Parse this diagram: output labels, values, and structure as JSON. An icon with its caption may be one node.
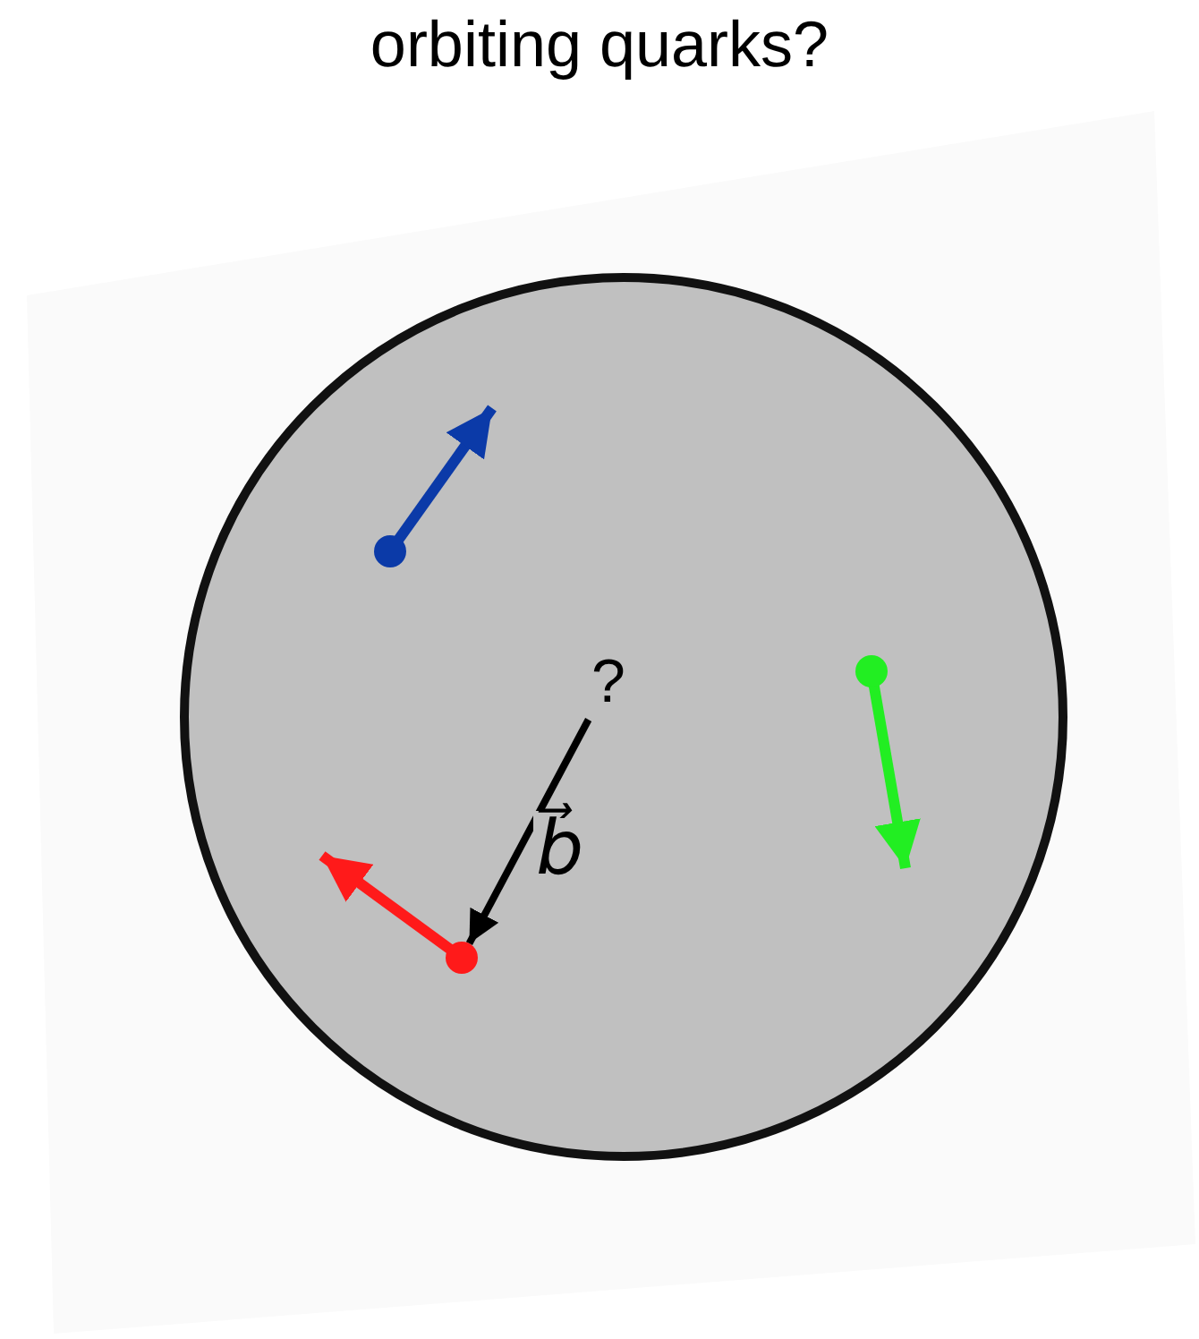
{
  "diagram": {
    "title": "orbiting quarks?",
    "nodes": [
      {
        "text": [],
        "shape": "circle"
      },
      {
        "text": [
          "?"
        ],
        "in": 0
      },
      {
        "text": [],
        "shape": "circle",
        "in": 0
      },
      {
        "text": [],
        "shape": "circle",
        "in": 0
      },
      {
        "text": [],
        "shape": "circle",
        "in": 0
      }
    ],
    "edges": [
      {
        "from": 1,
        "to": 3,
        "arrow": "to",
        "label": "b⃗"
      }
    ]
  }
}
